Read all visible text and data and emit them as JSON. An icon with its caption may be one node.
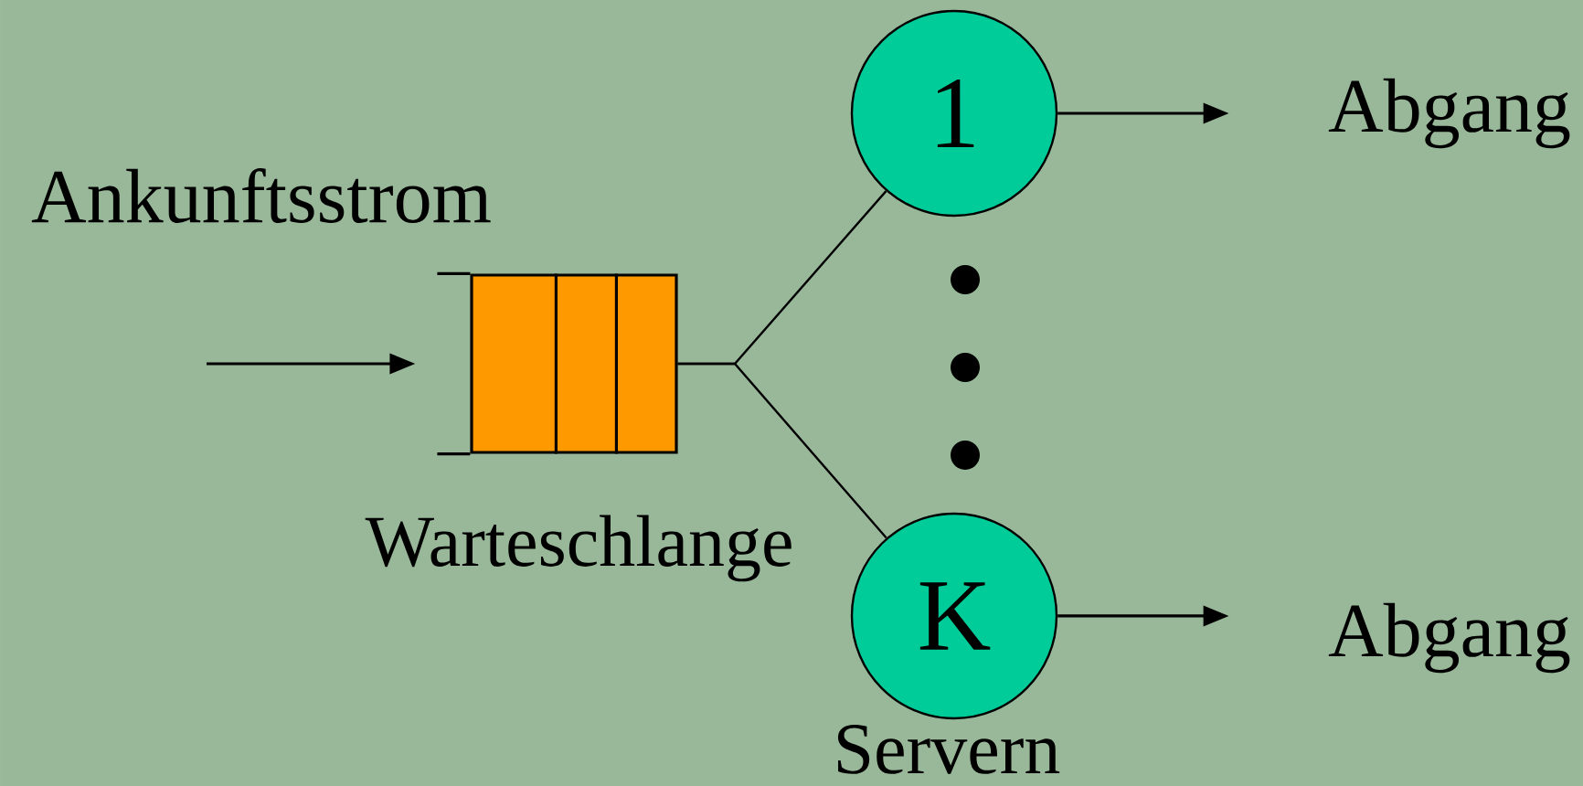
{
  "diagram": {
    "nodes": [
      {
        "text": [],
        "shape": "box",
        "beside": [
          "Warteschlange"
        ]
      },
      {
        "text": [
          "1"
        ]
      },
      {
        "text": [
          "K"
        ],
        "beside": [
          "Servern"
        ]
      },
      {
        "text": [
          "Abgang"
        ]
      },
      {
        "text": [
          "Abgang"
        ]
      }
    ],
    "edges": [
      {
        "from": null,
        "to": 0,
        "arrow": "to"
      },
      {
        "from": 0,
        "to": 1,
        "arrow": "none"
      },
      {
        "from": 0,
        "to": 2,
        "arrow": "none"
      },
      {
        "from": 1,
        "to": 3,
        "arrow": "to"
      },
      {
        "from": 2,
        "to": 4,
        "arrow": "to"
      }
    ],
    "labels": [
      "Ankunftsstrom"
    ]
  }
}
